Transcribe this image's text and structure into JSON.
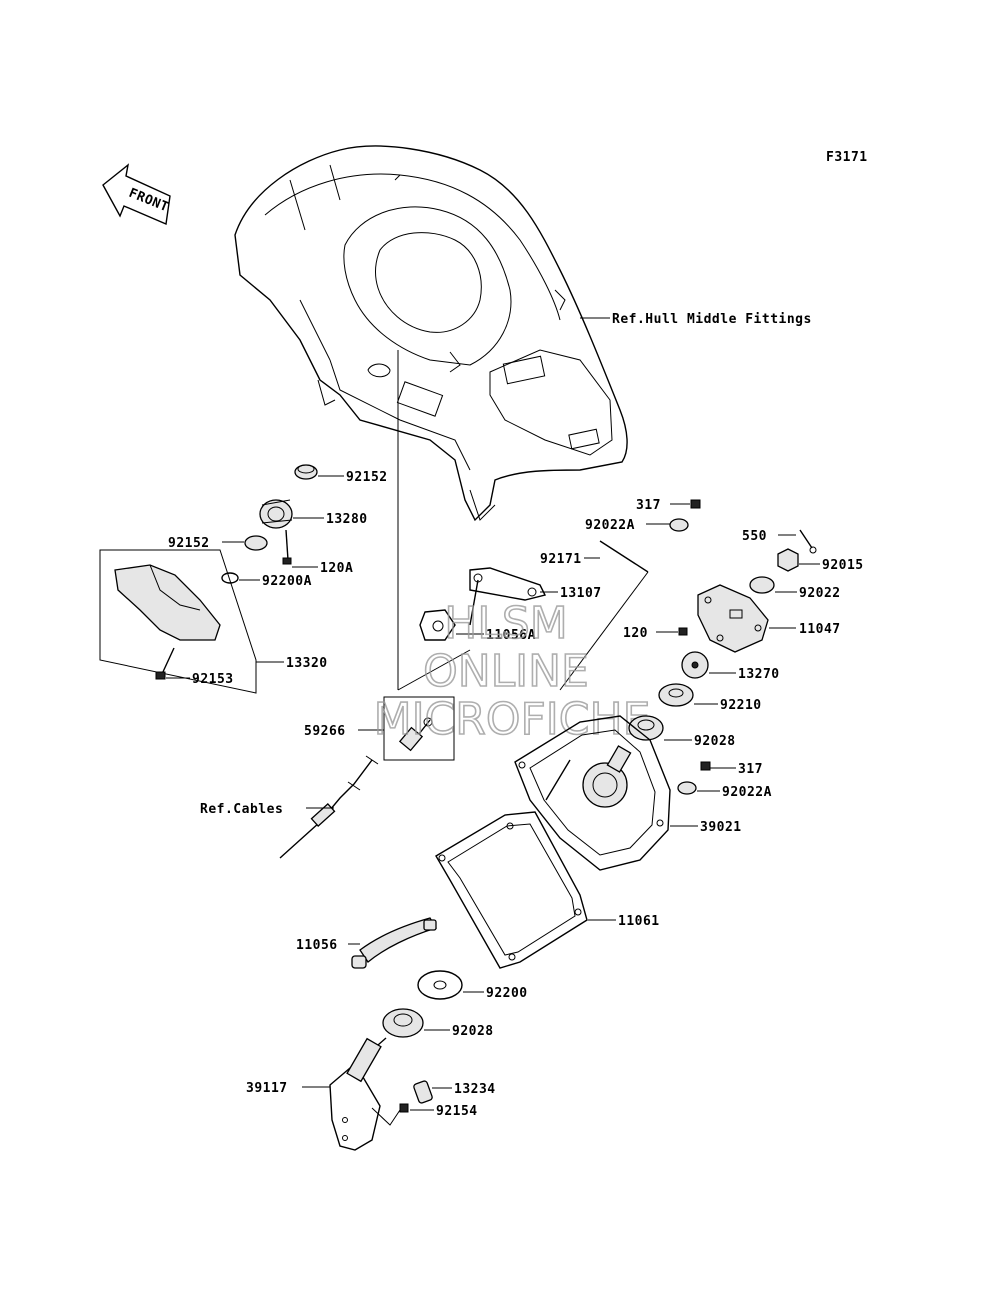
{
  "figure_code": "F3171",
  "front_label": "FRONT",
  "watermark": {
    "line1": "HLSM",
    "line2": "ONLINE",
    "line3": "MICROFICHE"
  },
  "refs": {
    "hull": "Ref.Hull Middle Fittings",
    "cables": "Ref.Cables"
  },
  "labels": {
    "p92152_top": "92152",
    "p13280": "13280",
    "p92152_left": "92152",
    "p120A": "120A",
    "p92200A": "92200A",
    "p92153": "92153",
    "p13320": "13320",
    "p317_top": "317",
    "p92022A_top": "92022A",
    "p92171": "92171",
    "p13107": "13107",
    "p11056A": "11056A",
    "p550": "550",
    "p92015": "92015",
    "p92022": "92022",
    "p11047": "11047",
    "p120": "120",
    "p13270": "13270",
    "p92210": "92210",
    "p59266": "59266",
    "p92028_top": "92028",
    "p317_mid": "317",
    "p92022A_mid": "92022A",
    "p39021": "39021",
    "p11061": "11061",
    "p11056": "11056",
    "p92200": "92200",
    "p92028_bot": "92028",
    "p39117": "39117",
    "p13234": "13234",
    "p92154": "92154"
  }
}
